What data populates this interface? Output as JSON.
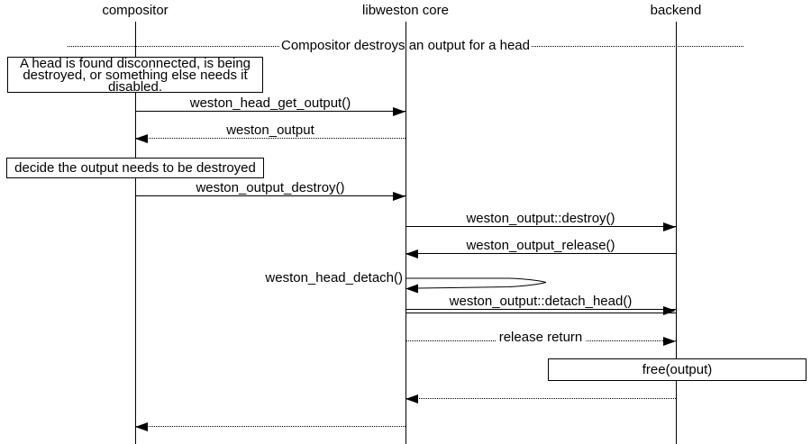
{
  "diagram": {
    "actors": [
      {
        "label": "compositor"
      },
      {
        "label": "libweston core"
      },
      {
        "label": "backend"
      }
    ],
    "divider": {
      "label": "Compositor destroys an output for a head"
    },
    "notes": [
      {
        "text": "A head is found disconnected, is being\ndestroyed, or something else needs it\ndisabled."
      },
      {
        "text": "decide the output needs to be destroyed"
      },
      {
        "text": "free(output)"
      }
    ],
    "messages": [
      {
        "label": "weston_head_get_output()",
        "from": "compositor",
        "to": "libweston core",
        "line": "solid"
      },
      {
        "label": "weston_output",
        "from": "libweston core",
        "to": "compositor",
        "line": "dotted"
      },
      {
        "label": "weston_output_destroy()",
        "from": "compositor",
        "to": "libweston core",
        "line": "solid"
      },
      {
        "label": "weston_output::destroy()",
        "from": "libweston core",
        "to": "backend",
        "line": "solid"
      },
      {
        "label": "weston_output_release()",
        "from": "backend",
        "to": "libweston core",
        "line": "solid"
      },
      {
        "label": "weston_head_detach()",
        "from": "libweston core",
        "to": "libweston core",
        "line": "self"
      },
      {
        "label": "weston_output::detach_head()",
        "from": "libweston core",
        "to": "backend",
        "line": "double"
      },
      {
        "label": "release return",
        "from": "libweston core",
        "to": "backend",
        "line": "dotted"
      },
      {
        "label": "",
        "from": "backend",
        "to": "libweston core",
        "line": "dotted"
      },
      {
        "label": "",
        "from": "libweston core",
        "to": "compositor",
        "line": "dotted"
      }
    ],
    "colors": {
      "line": "#000000",
      "background": "#ffffff"
    }
  }
}
